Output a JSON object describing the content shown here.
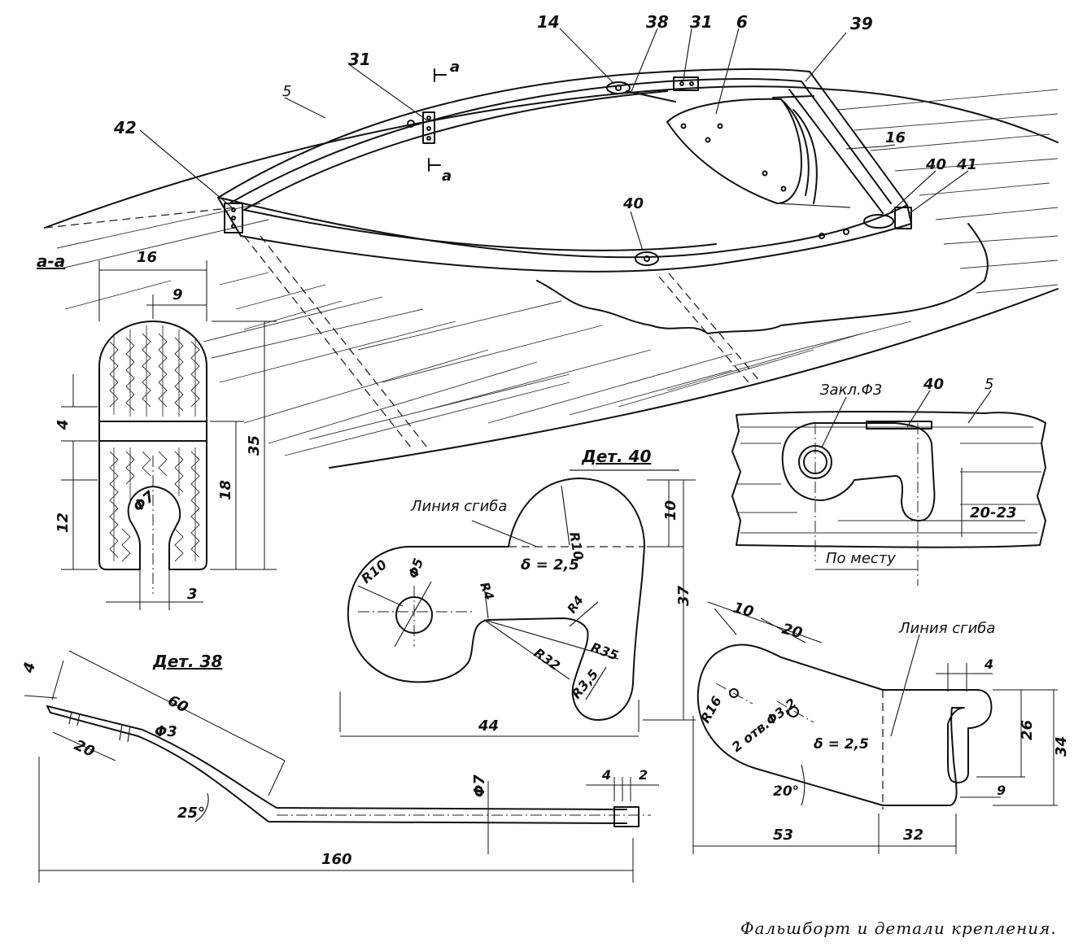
{
  "caption": "Фальшборт и детали крепления.",
  "callouts": {
    "n14": "14",
    "n38": "38",
    "n31a": "31",
    "n6": "6",
    "n39": "39",
    "n31b": "31",
    "n5": "5",
    "n42": "42",
    "n40a": "40",
    "n40b": "40",
    "n41": "41",
    "n16": "16",
    "sec_a_top": "a",
    "sec_a_bottom": "a"
  },
  "section_aa": {
    "title": "a-a",
    "dim_16": "16",
    "dim_9": "9",
    "dim_35": "35",
    "dim_18": "18",
    "dim_4": "4",
    "dim_12": "12",
    "dim_3": "3",
    "dia_7": "Φ7"
  },
  "det40": {
    "title": "Дет. 40",
    "bend_line": "Линия сгиба",
    "thickness": "δ = 2,5",
    "r10_top": "R10",
    "r10_left": "R10",
    "dia5": "Φ5",
    "r4_a": "R4",
    "r4_b": "R4",
    "r32": "R32",
    "r35": "R35",
    "r35b": "R3,5",
    "dim_10": "10",
    "dim_37": "37",
    "dim_44": "44"
  },
  "det40_assembly": {
    "rivet": "Закл.Φ3",
    "part40": "40",
    "part5": "5",
    "dim_20_23": "20-23",
    "in_place": "По месту"
  },
  "det38": {
    "title": "Дет. 38",
    "dim_4": "4",
    "dim_60": "60",
    "dim_20": "20",
    "dia3": "Φ3",
    "angle": "25°",
    "dia7": "Φ7",
    "dim_4b": "4",
    "dim_2": "2",
    "dim_160": "160"
  },
  "det41": {
    "bend_line": "Линия сгиба",
    "dim_10": "10",
    "dim_20": "20",
    "r16": "R16",
    "holes": "2 отв.Φ3,2",
    "thickness": "δ = 2,5",
    "angle": "20°",
    "dim_4": "4",
    "dim_26": "26",
    "dim_34": "34",
    "dim_9": "9",
    "dim_53": "53",
    "dim_32": "32"
  }
}
